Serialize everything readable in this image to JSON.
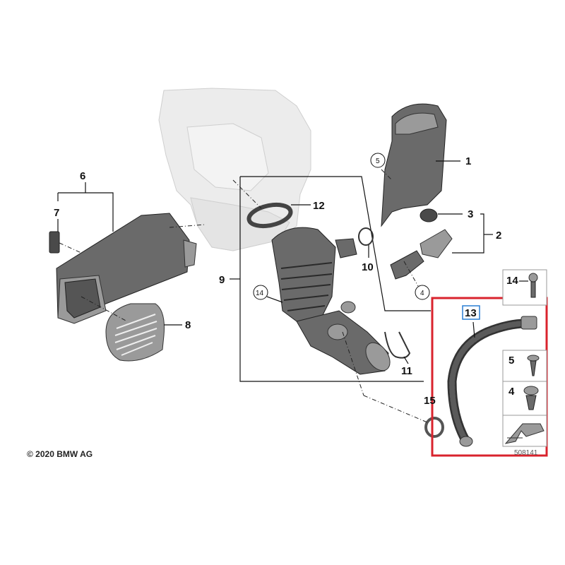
{
  "labels": {
    "p1": "1",
    "p2": "2",
    "p3": "3",
    "p4": "4",
    "p5": "5",
    "p6": "6",
    "p7": "7",
    "p8": "8",
    "p9": "9",
    "p10": "10",
    "p11": "11",
    "p12": "12",
    "p13": "13",
    "p14": "14",
    "p15": "15",
    "p14_circle": "14",
    "p5_circle": "5",
    "p4_circle": "4",
    "legend14": "14",
    "legend5": "5",
    "legend4": "4"
  },
  "copyright": "© 2020 BMW AG",
  "drawing_number": "508141",
  "colors": {
    "highlight": "#d9232d",
    "selected_box": "#2a7fd4"
  }
}
